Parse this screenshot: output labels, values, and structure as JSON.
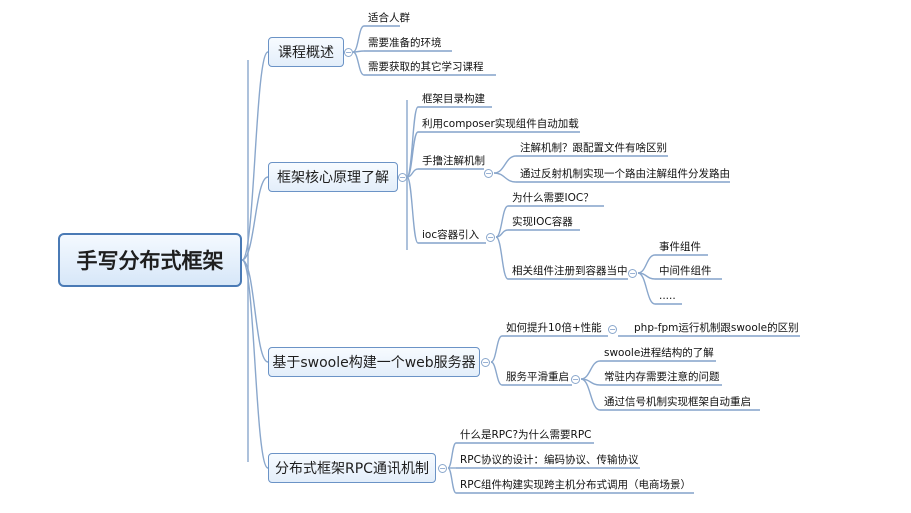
{
  "root": {
    "label": "手写分布式框架"
  },
  "branches": [
    {
      "label": "课程概述",
      "children": [
        "适合人群",
        "需要准备的环境",
        "需要获取的其它学习课程"
      ]
    },
    {
      "label": "框架核心原理了解",
      "children": [
        "框架目录构建",
        "利用composer实现组件自动加载",
        {
          "label": "手撸注解机制",
          "children": [
            "注解机制？跟配置文件有啥区别",
            "通过反射机制实现一个路由注解组件分发路由"
          ]
        },
        {
          "label": "ioc容器引入",
          "children": [
            "为什么需要IOC？",
            "实现IOC容器",
            {
              "label": "相关组件注册到容器当中",
              "children": [
                "事件组件",
                "中间件组件",
                "....."
              ]
            }
          ]
        }
      ]
    },
    {
      "label": "基于swoole构建一个web服务器",
      "children": [
        {
          "label": "如何提升10倍+性能",
          "children": [
            "php-fpm运行机制跟swoole的区别"
          ]
        },
        {
          "label": "服务平滑重启",
          "children": [
            "swoole进程结构的了解",
            "常驻内存需要注意的问题",
            "通过信号机制实现框架自动重启"
          ]
        }
      ]
    },
    {
      "label": "分布式框架RPC通讯机制",
      "children": [
        "什么是RPC?为什么需要RPC",
        "RPC协议的设计：编码协议、传输协议",
        "RPC组件构建实现跨主机分布式调用（电商场景）"
      ]
    }
  ],
  "style": {
    "line_color": "#8aa7cc",
    "underline_color": "#6b8fbf",
    "node_border": "#4a7ab5"
  }
}
